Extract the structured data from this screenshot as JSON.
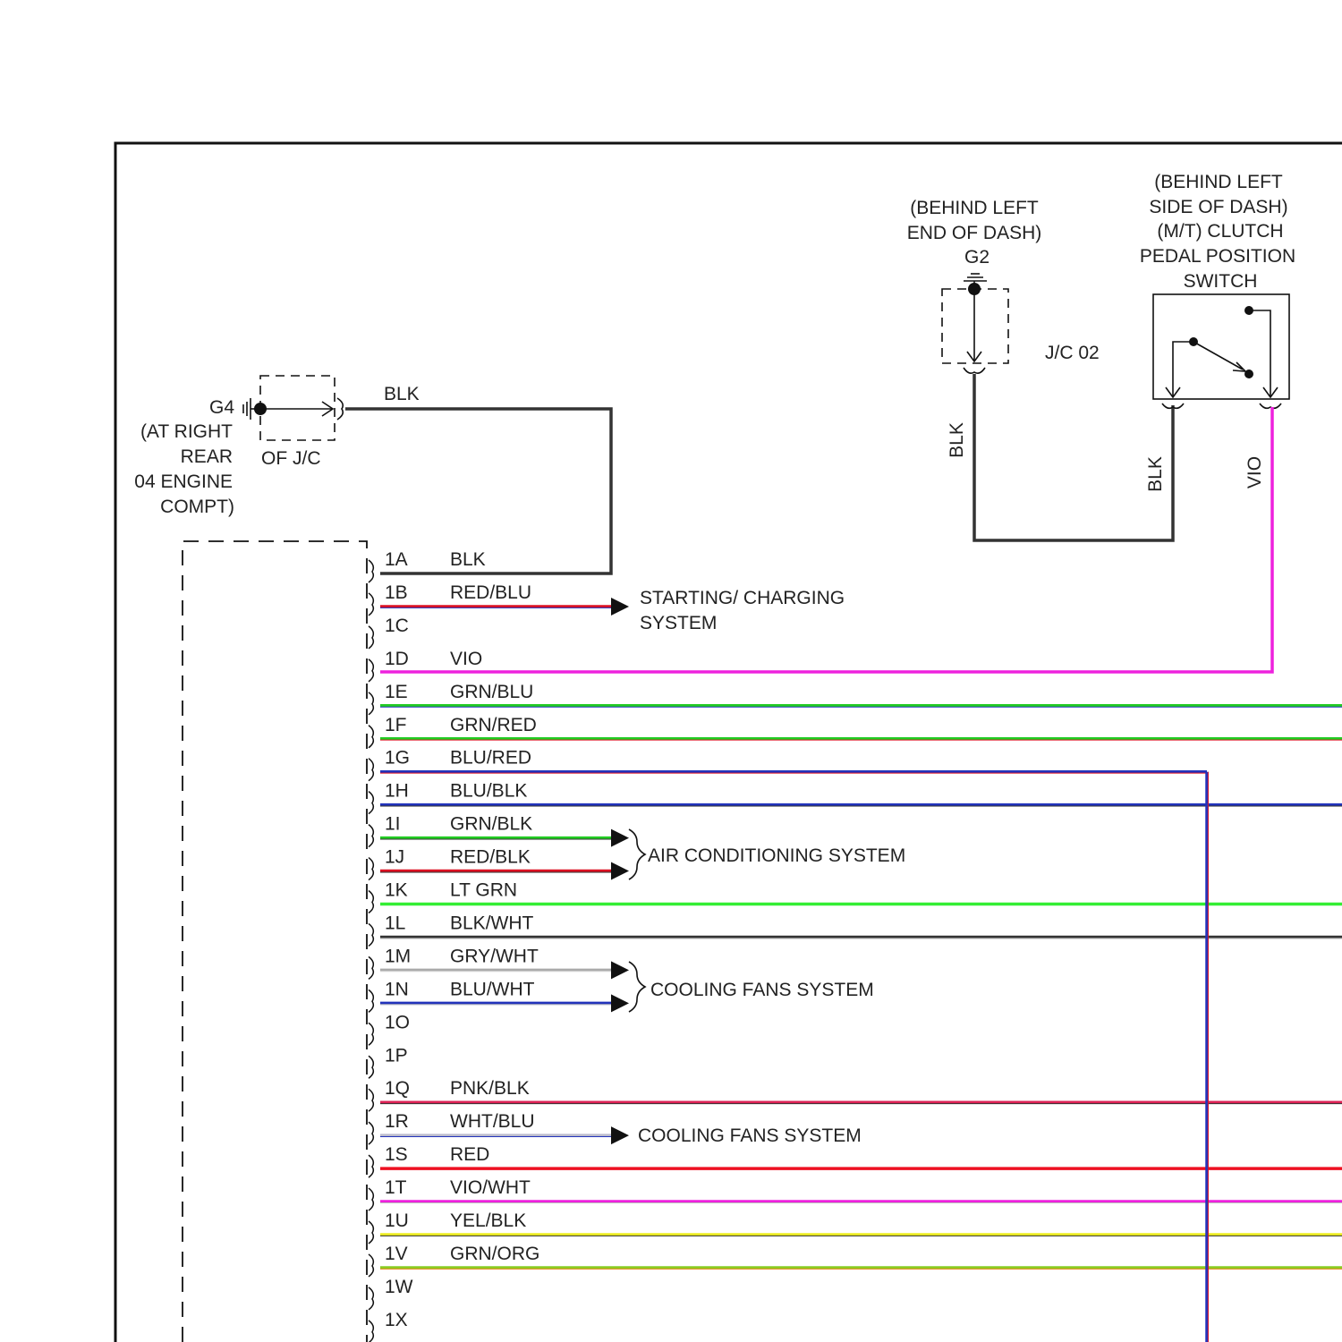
{
  "g4": {
    "id": "G4",
    "location_lines": [
      "(AT RIGHT",
      "REAR",
      "04 ENGINE",
      "COMPT)"
    ],
    "jc_label": "OF J/C",
    "wire_color": "BLK"
  },
  "g2": {
    "location_lines": [
      "(BEHIND LEFT",
      "END OF DASH)"
    ],
    "id": "G2",
    "wire_color": "BLK"
  },
  "jc02_label": "J/C 02",
  "clutch_switch": {
    "label_lines": [
      "(BEHIND LEFT",
      "SIDE OF DASH)",
      "(M/T) CLUTCH",
      "PEDAL POSITION",
      "SWITCH"
    ],
    "left_wire_color": "BLK",
    "right_wire_color": "VIO"
  },
  "pins": [
    {
      "pin": "1A",
      "wire": "BLK",
      "color": "#333333",
      "stripe": "#333333"
    },
    {
      "pin": "1B",
      "wire": "RED/BLU",
      "color": "#dd1122",
      "stripe": "#2233bb"
    },
    {
      "pin": "1C",
      "wire": "",
      "color": "",
      "stripe": ""
    },
    {
      "pin": "1D",
      "wire": "VIO",
      "color": "#ee22dd",
      "stripe": "#ee22dd"
    },
    {
      "pin": "1E",
      "wire": "GRN/BLU",
      "color": "#22cc22",
      "stripe": "#2233bb"
    },
    {
      "pin": "1F",
      "wire": "GRN/RED",
      "color": "#22cc22",
      "stripe": "#dd1122"
    },
    {
      "pin": "1G",
      "wire": "BLU/RED",
      "color": "#2233bb",
      "stripe": "#dd1122"
    },
    {
      "pin": "1H",
      "wire": "BLU/BLK",
      "color": "#2233bb",
      "stripe": "#333333"
    },
    {
      "pin": "1I",
      "wire": "GRN/BLK",
      "color": "#22cc22",
      "stripe": "#333333"
    },
    {
      "pin": "1J",
      "wire": "RED/BLK",
      "color": "#dd1122",
      "stripe": "#333333"
    },
    {
      "pin": "1K",
      "wire": "LT GRN",
      "color": "#33ee33",
      "stripe": "#33ee33"
    },
    {
      "pin": "1L",
      "wire": "BLK/WHT",
      "color": "#333333",
      "stripe": "#bbbbbb"
    },
    {
      "pin": "1M",
      "wire": "GRY/WHT",
      "color": "#aaaaaa",
      "stripe": "#dddddd"
    },
    {
      "pin": "1N",
      "wire": "BLU/WHT",
      "color": "#2233bb",
      "stripe": "#bbbbbb"
    },
    {
      "pin": "1O",
      "wire": "",
      "color": "",
      "stripe": ""
    },
    {
      "pin": "1P",
      "wire": "",
      "color": "",
      "stripe": ""
    },
    {
      "pin": "1Q",
      "wire": "PNK/BLK",
      "color": "#dd2255",
      "stripe": "#333333"
    },
    {
      "pin": "1R",
      "wire": "WHT/BLU",
      "color": "#bbbbcc",
      "stripe": "#2233bb"
    },
    {
      "pin": "1S",
      "wire": "RED",
      "color": "#ee1122",
      "stripe": "#ee1122"
    },
    {
      "pin": "1T",
      "wire": "VIO/WHT",
      "color": "#ee22dd",
      "stripe": "#bbbbbb"
    },
    {
      "pin": "1U",
      "wire": "YEL/BLK",
      "color": "#eeee22",
      "stripe": "#333333"
    },
    {
      "pin": "1V",
      "wire": "GRN/ORG",
      "color": "#88cc22",
      "stripe": "#ee8822"
    },
    {
      "pin": "1W",
      "wire": "",
      "color": "",
      "stripe": ""
    },
    {
      "pin": "1X",
      "wire": "",
      "color": "",
      "stripe": ""
    }
  ],
  "destinations": {
    "starting_charging": [
      "STARTING/ CHARGING",
      "SYSTEM"
    ],
    "air_conditioning": "AIR CONDITIONING SYSTEM",
    "cooling_fans_1": "COOLING FANS SYSTEM",
    "cooling_fans_2": "COOLING FANS SYSTEM"
  }
}
